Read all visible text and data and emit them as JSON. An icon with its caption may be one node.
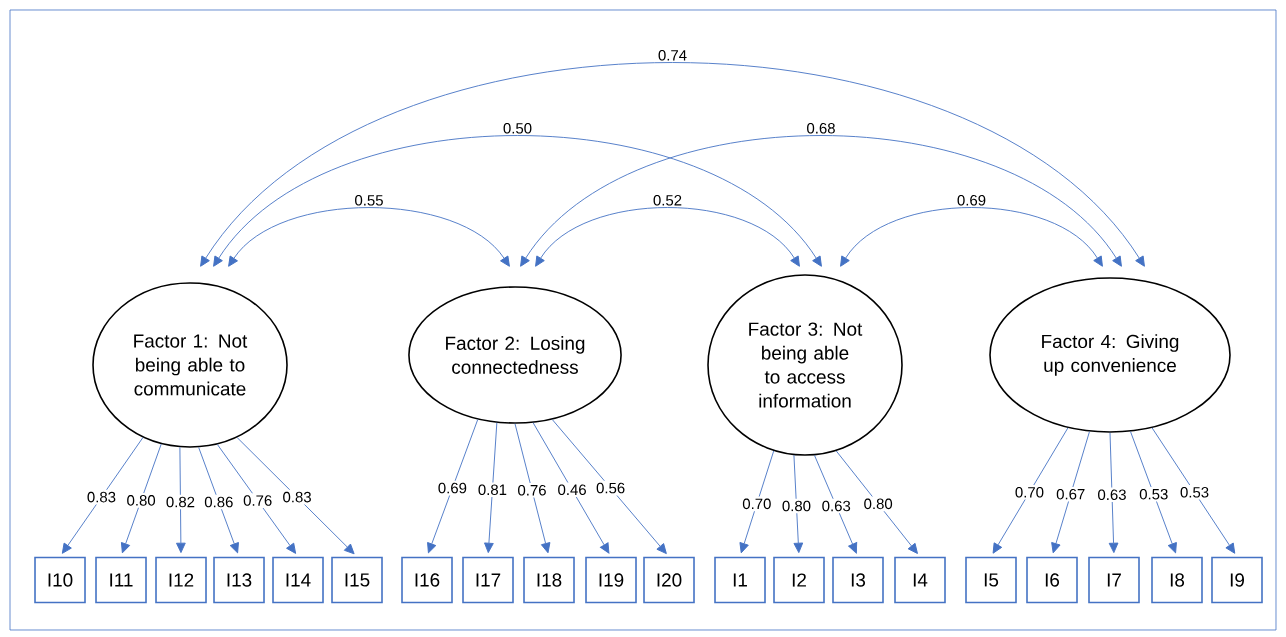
{
  "diagram": {
    "nodes": [
      {
        "text": [
          "Factor 1: Not being able to communicate"
        ]
      },
      {
        "text": [
          "Factor 2: Losing connectedness"
        ]
      },
      {
        "text": [
          "Factor 3: Not being able to access information"
        ]
      },
      {
        "text": [
          "Factor 4: Giving up convenience"
        ]
      },
      {
        "text": [
          "I10"
        ]
      },
      {
        "text": [
          "I11"
        ]
      },
      {
        "text": [
          "I12"
        ]
      },
      {
        "text": [
          "I13"
        ]
      },
      {
        "text": [
          "I14"
        ]
      },
      {
        "text": [
          "I15"
        ]
      },
      {
        "text": [
          "I16"
        ]
      },
      {
        "text": [
          "I17"
        ]
      },
      {
        "text": [
          "I18"
        ]
      },
      {
        "text": [
          "I19"
        ]
      },
      {
        "text": [
          "I20"
        ]
      },
      {
        "text": [
          "I1"
        ]
      },
      {
        "text": [
          "I2"
        ]
      },
      {
        "text": [
          "I3"
        ]
      },
      {
        "text": [
          "I4"
        ]
      },
      {
        "text": [
          "I5"
        ]
      },
      {
        "text": [
          "I6"
        ]
      },
      {
        "text": [
          "I7"
        ]
      },
      {
        "text": [
          "I8"
        ]
      },
      {
        "text": [
          "I9"
        ]
      }
    ],
    "edges": [
      {
        "from": 0,
        "to": 3,
        "arrow": "both",
        "label": "0.74"
      },
      {
        "from": 0,
        "to": 2,
        "arrow": "both",
        "label": "0.50"
      },
      {
        "from": 0,
        "to": 1,
        "arrow": "both",
        "label": "0.55"
      },
      {
        "from": 1,
        "to": 3,
        "arrow": "both",
        "label": "0.68"
      },
      {
        "from": 1,
        "to": 2,
        "arrow": "both",
        "label": "0.52"
      },
      {
        "from": 2,
        "to": 3,
        "arrow": "both",
        "label": "0.69"
      },
      {
        "from": 0,
        "to": 4,
        "arrow": "to",
        "label": "0.83"
      },
      {
        "from": 0,
        "to": 5,
        "arrow": "to",
        "label": "0.80"
      },
      {
        "from": 0,
        "to": 6,
        "arrow": "to",
        "label": "0.82"
      },
      {
        "from": 0,
        "to": 7,
        "arrow": "to",
        "label": "0.86"
      },
      {
        "from": 0,
        "to": 8,
        "arrow": "to",
        "label": "0.76"
      },
      {
        "from": 0,
        "to": 9,
        "arrow": "to",
        "label": "0.83"
      },
      {
        "from": 1,
        "to": 10,
        "arrow": "to",
        "label": "0.69"
      },
      {
        "from": 1,
        "to": 11,
        "arrow": "to",
        "label": "0.81"
      },
      {
        "from": 1,
        "to": 12,
        "arrow": "to",
        "label": "0.76"
      },
      {
        "from": 1,
        "to": 13,
        "arrow": "to",
        "label": "0.46"
      },
      {
        "from": 1,
        "to": 14,
        "arrow": "to",
        "label": "0.56"
      },
      {
        "from": 2,
        "to": 15,
        "arrow": "to",
        "label": "0.70"
      },
      {
        "from": 2,
        "to": 16,
        "arrow": "to",
        "label": "0.80"
      },
      {
        "from": 2,
        "to": 17,
        "arrow": "to",
        "label": "0.63"
      },
      {
        "from": 2,
        "to": 18,
        "arrow": "to",
        "label": "0.80"
      },
      {
        "from": 3,
        "to": 19,
        "arrow": "to",
        "label": "0.70"
      },
      {
        "from": 3,
        "to": 20,
        "arrow": "to",
        "label": "0.67"
      },
      {
        "from": 3,
        "to": 21,
        "arrow": "to",
        "label": "0.63"
      },
      {
        "from": 3,
        "to": 22,
        "arrow": "to",
        "label": "0.53"
      },
      {
        "from": 3,
        "to": 23,
        "arrow": "to",
        "label": "0.53"
      }
    ]
  }
}
